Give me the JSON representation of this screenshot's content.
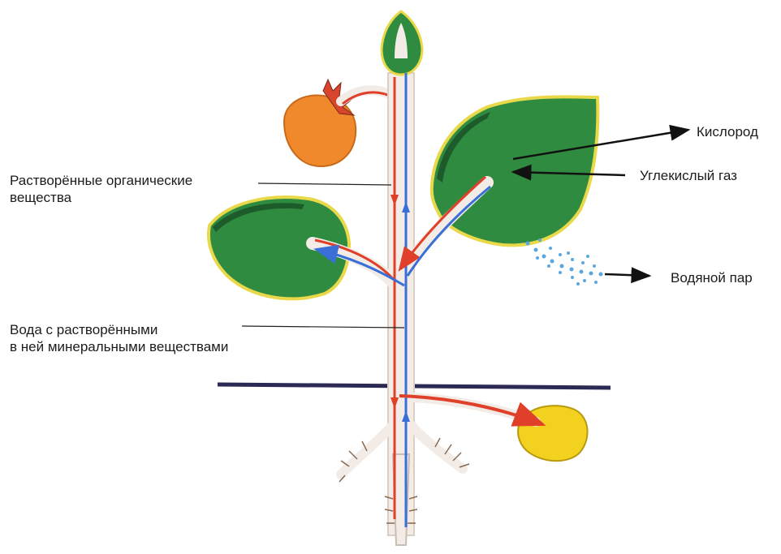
{
  "labels": {
    "organic": {
      "line1": "Растворённые органические",
      "line2": "вещества"
    },
    "water": {
      "line1": "Вода с растворёнными",
      "line2": "в ней минеральными веществами"
    },
    "oxygen": "Кислород",
    "co2": "Углекислый газ",
    "vapor": "Водяной пар"
  },
  "colors": {
    "leaf": "#2e8b3f",
    "leaf_dark": "#1d5c2a",
    "leaf_edge": "#e8d84a",
    "fruit": "#f0892b",
    "tuber": "#f3d21f",
    "water_flow": "#3a6fd8",
    "organic_flow": "#e0402a",
    "stem": "#f3ece6",
    "soil_line": "#2a2a55",
    "vapor_dots": "#5aa7e0"
  }
}
